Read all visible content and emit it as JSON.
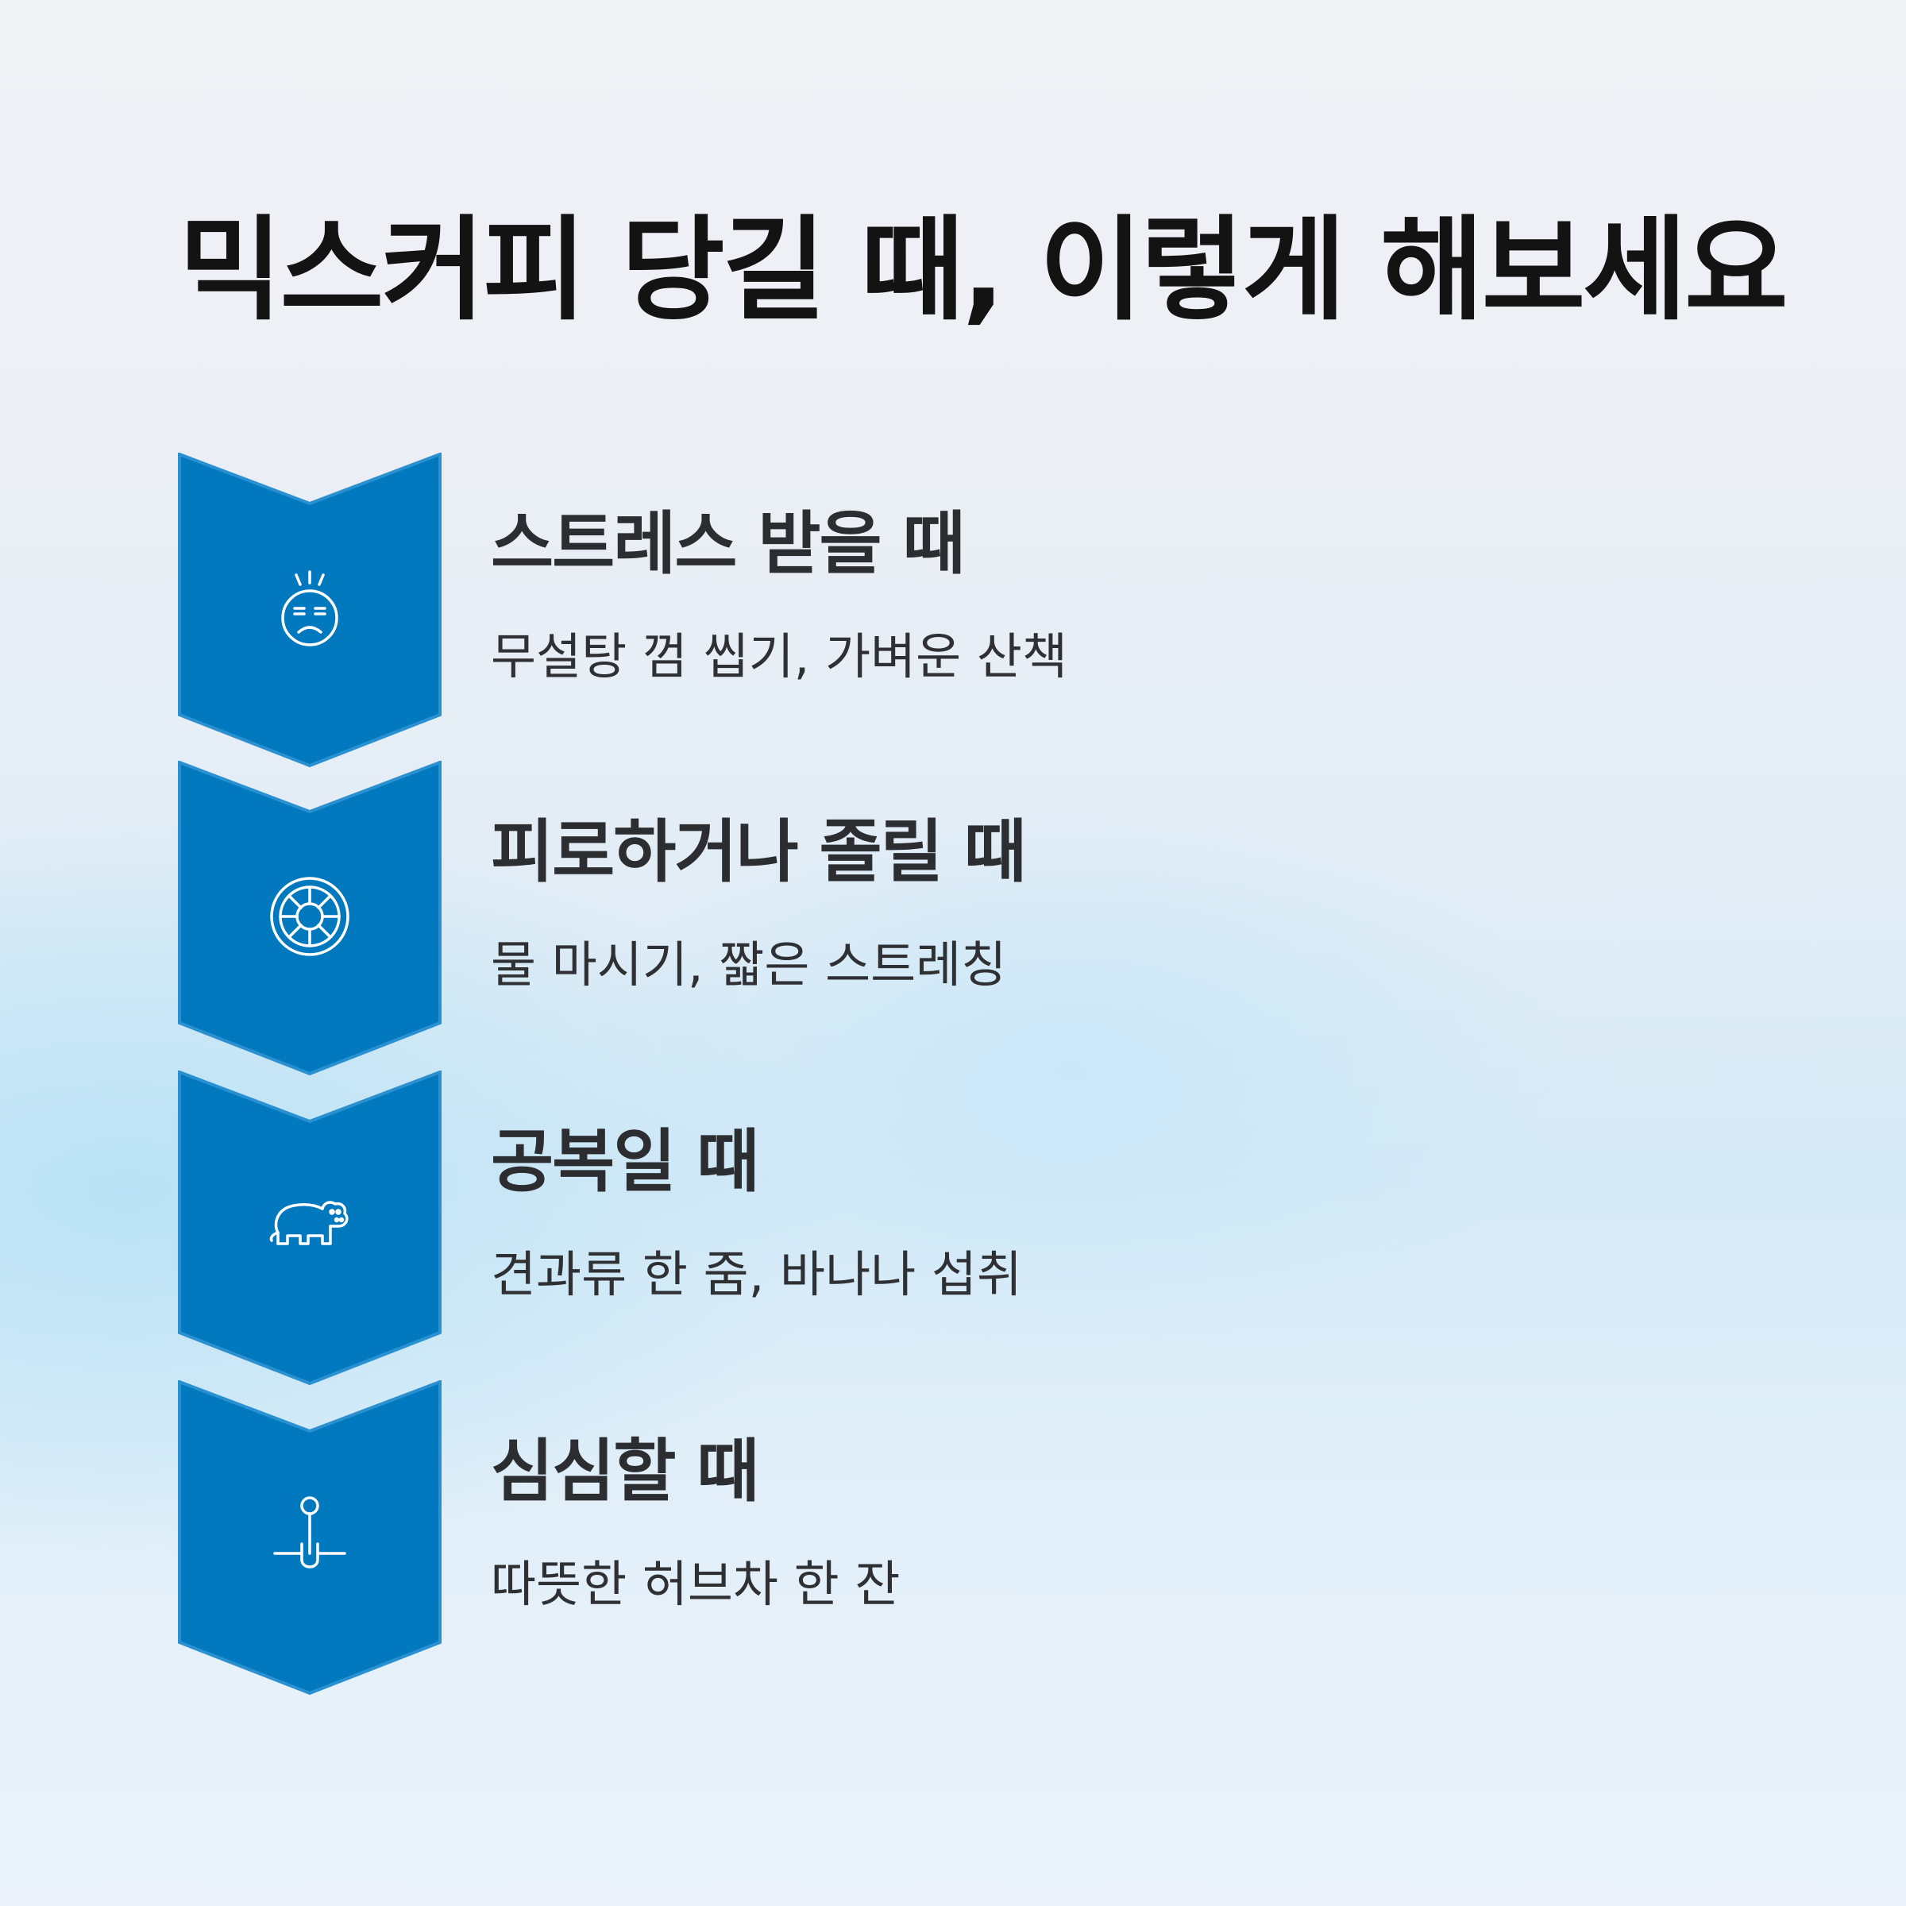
{
  "title": "믹스커피 당길 때, 이렇게 해보세요",
  "colors": {
    "chevron_fill": "#0279be",
    "chevron_stroke": "#2a90d0",
    "icon_stroke": "#ffffff",
    "title_text": "#131313",
    "body_text": "#2f3033"
  },
  "steps": [
    {
      "title": "스트레스 받을 때",
      "description": "무설탕 껌 씹기, 가벼운 산책",
      "icon": "stressed-face-icon"
    },
    {
      "title": "피로하거나 졸릴 때",
      "description": "물 마시기, 짧은 스트레칭",
      "icon": "lifebuoy-icon"
    },
    {
      "title": "공복일 때",
      "description": "견과류 한 줌, 바나나 섭취",
      "icon": "hippo-icon"
    },
    {
      "title": "심심할 때",
      "description": "따뜻한 허브차 한 잔",
      "icon": "pin-marker-icon"
    }
  ]
}
